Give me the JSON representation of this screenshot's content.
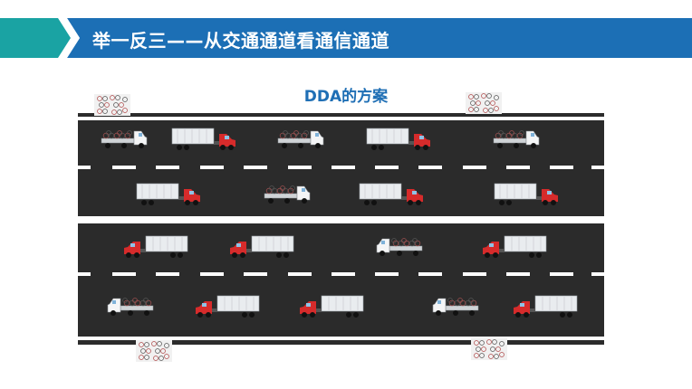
{
  "header": {
    "title": "举一反三——从交通通道看通信通道",
    "colors": {
      "teal": "#1aa3a3",
      "blue": "#1c6fb5",
      "text": "#ffffff"
    }
  },
  "diagram": {
    "title": "DDA的方案",
    "road_color": "#2b2b2b",
    "lane_marking_color": "#ffffff",
    "vehicles_upper_lane1": [
      "bike-carrier-truck",
      "container-truck",
      "bike-carrier-truck",
      "container-truck",
      "bike-carrier-truck"
    ],
    "vehicles_upper_lane2": [
      "container-truck",
      "bike-carrier-truck",
      "container-truck",
      "container-truck"
    ],
    "vehicles_lower_lane1": [
      "container-truck",
      "container-truck",
      "bike-carrier-truck",
      "container-truck"
    ],
    "vehicles_lower_lane2": [
      "bike-carrier-truck",
      "container-truck",
      "container-truck",
      "bike-carrier-truck",
      "container-truck"
    ],
    "bike_lots": [
      "bike-lot-top-left",
      "bike-lot-top-right",
      "bike-lot-bottom-left",
      "bike-lot-bottom-right"
    ]
  }
}
